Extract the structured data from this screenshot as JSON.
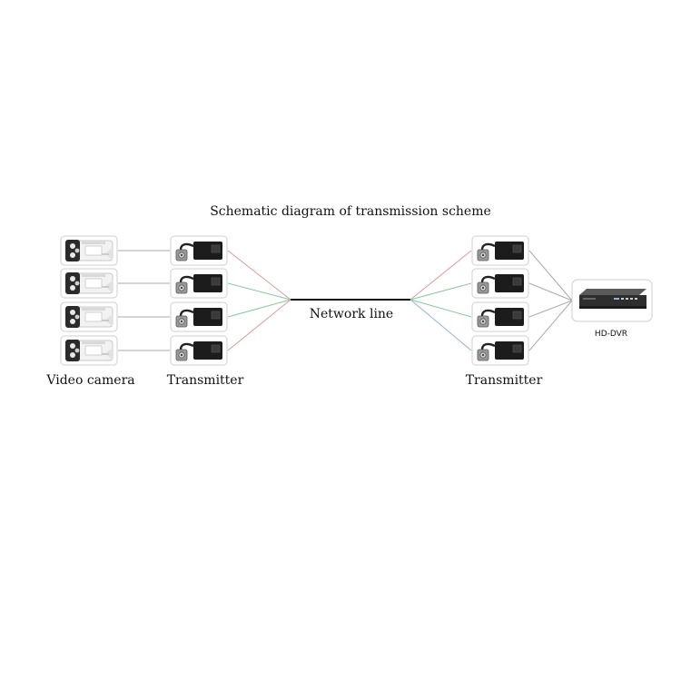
{
  "title": "Schematic diagram of transmission scheme",
  "labels": {
    "video_camera": "Video camera",
    "transmitter_left": "Transmitter",
    "network_line": "Network line",
    "transmitter_right": "Transmitter",
    "dvr": "HD-DVR"
  },
  "colors": {
    "wire_red": "#e09a9a",
    "wire_green": "#86c99a",
    "wire_blue": "#8fb3dc",
    "wire_gray": "#aaaaaa",
    "network_line": "#111111",
    "camera_body": "#f4f4f4",
    "transmitter_body": "#1c1c1c",
    "dvr_body": "#3a3a3a"
  },
  "icons": {
    "camera": "bullet-camera-icon",
    "transmitter": "video-balun-icon",
    "dvr": "dvr-recorder-icon"
  }
}
